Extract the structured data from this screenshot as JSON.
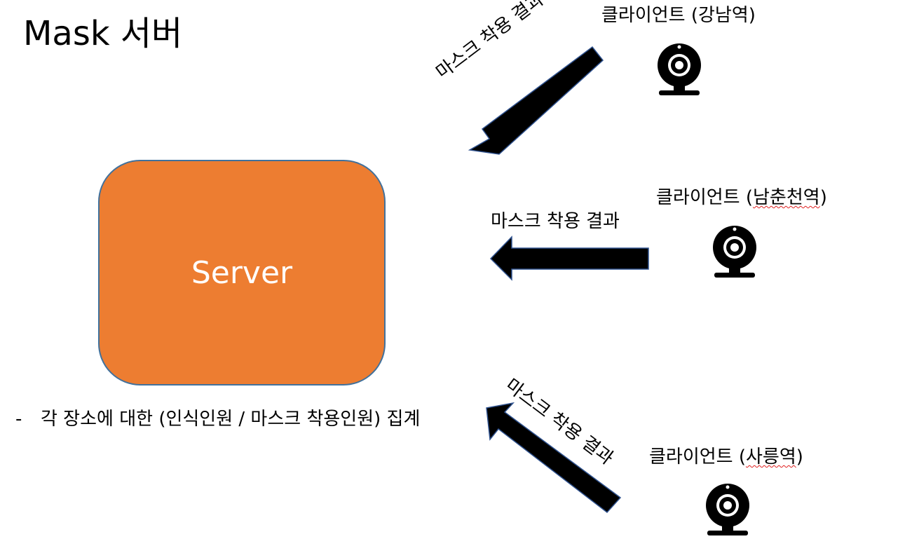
{
  "title": "Mask 서버",
  "server": {
    "label": "Server",
    "fill": "#ed7d31",
    "border": "#41719c"
  },
  "arrow_label": "마스크 착용 결과",
  "clients": [
    {
      "prefix": "클라이언트 (",
      "station": "강남역",
      "suffix": ")",
      "icon": "webcam-icon"
    },
    {
      "prefix": "클라이언트 (",
      "station": "남춘천역",
      "suffix": ")",
      "icon": "webcam-icon"
    },
    {
      "prefix": "클라이언트 (",
      "station": "사릉역",
      "suffix": ")",
      "icon": "webcam-icon"
    }
  ],
  "note": {
    "dash": "-",
    "text": "각 장소에 대한 (인식인원 / 마스크 착용인원) 집계"
  },
  "colors": {
    "arrow_fill": "#000000",
    "arrow_stroke": "#2f528f",
    "spellcheck": "#e02020"
  }
}
